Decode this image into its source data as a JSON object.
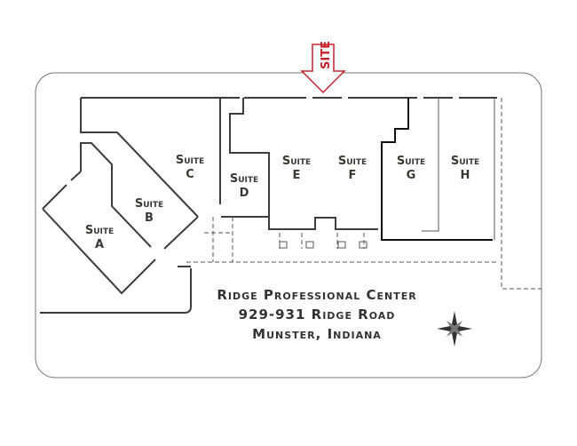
{
  "site_marker": {
    "label": "SITE",
    "color": "#c8202a"
  },
  "suites": [
    {
      "word": "Suite",
      "letter": "A"
    },
    {
      "word": "Suite",
      "letter": "B"
    },
    {
      "word": "Suite",
      "letter": "C"
    },
    {
      "word": "Suite",
      "letter": "D"
    },
    {
      "word": "Suite",
      "letter": "E"
    },
    {
      "word": "Suite",
      "letter": "F"
    },
    {
      "word": "Suite",
      "letter": "G"
    },
    {
      "word": "Suite",
      "letter": "H"
    }
  ],
  "address": {
    "name": "Ridge Professional Center",
    "street": "929-931 Ridge Road",
    "city": "Munster, Indiana"
  }
}
